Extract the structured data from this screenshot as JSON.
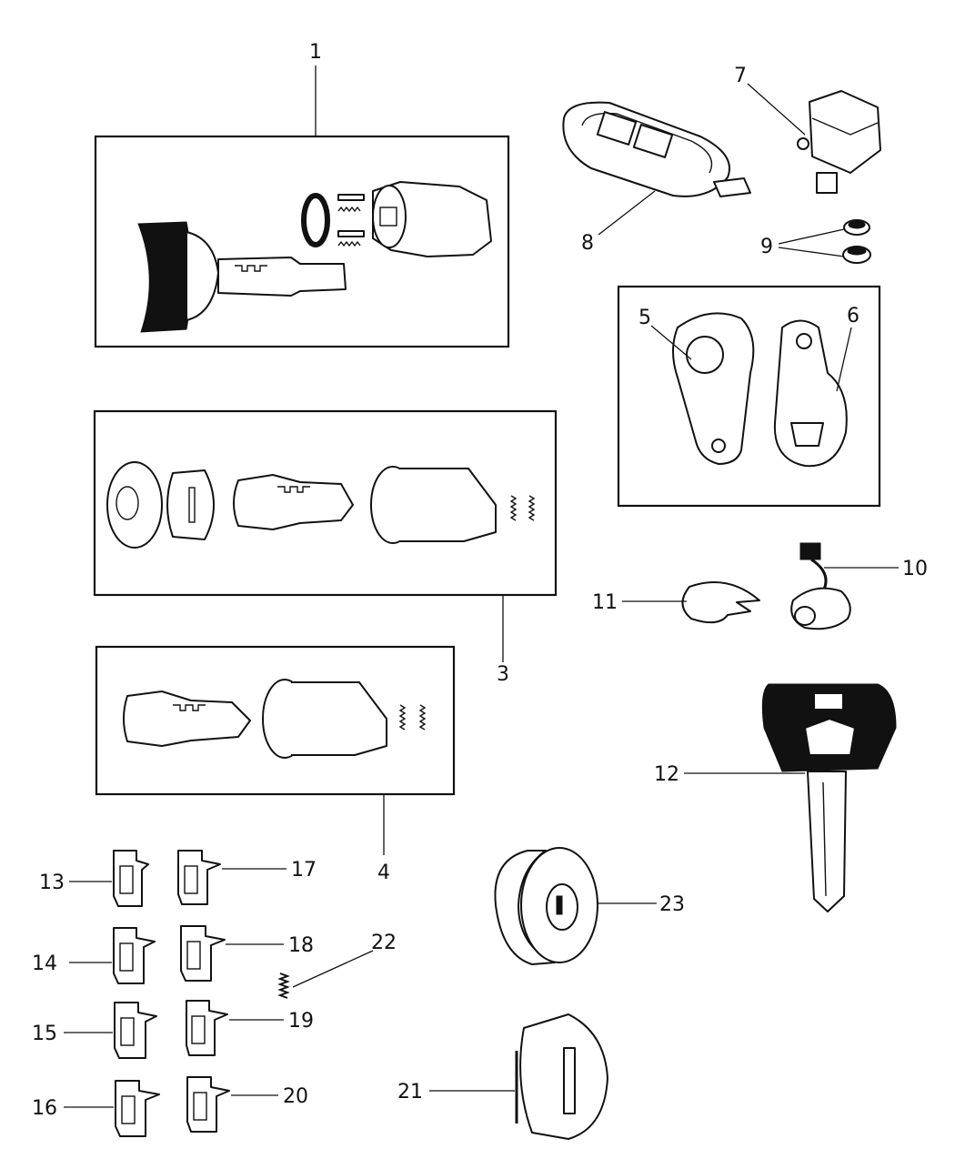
{
  "callouts": [
    {
      "id": "1",
      "label": "1"
    },
    {
      "id": "3",
      "label": "3"
    },
    {
      "id": "4",
      "label": "4"
    },
    {
      "id": "5",
      "label": "5"
    },
    {
      "id": "6",
      "label": "6"
    },
    {
      "id": "7",
      "label": "7"
    },
    {
      "id": "8",
      "label": "8"
    },
    {
      "id": "9",
      "label": "9"
    },
    {
      "id": "10",
      "label": "10"
    },
    {
      "id": "11",
      "label": "11"
    },
    {
      "id": "12",
      "label": "12"
    },
    {
      "id": "13",
      "label": "13"
    },
    {
      "id": "14",
      "label": "14"
    },
    {
      "id": "15",
      "label": "15"
    },
    {
      "id": "16",
      "label": "16"
    },
    {
      "id": "17",
      "label": "17"
    },
    {
      "id": "18",
      "label": "18"
    },
    {
      "id": "19",
      "label": "19"
    },
    {
      "id": "20",
      "label": "20"
    },
    {
      "id": "21",
      "label": "21"
    },
    {
      "id": "22",
      "label": "22"
    },
    {
      "id": "23",
      "label": "23"
    }
  ]
}
